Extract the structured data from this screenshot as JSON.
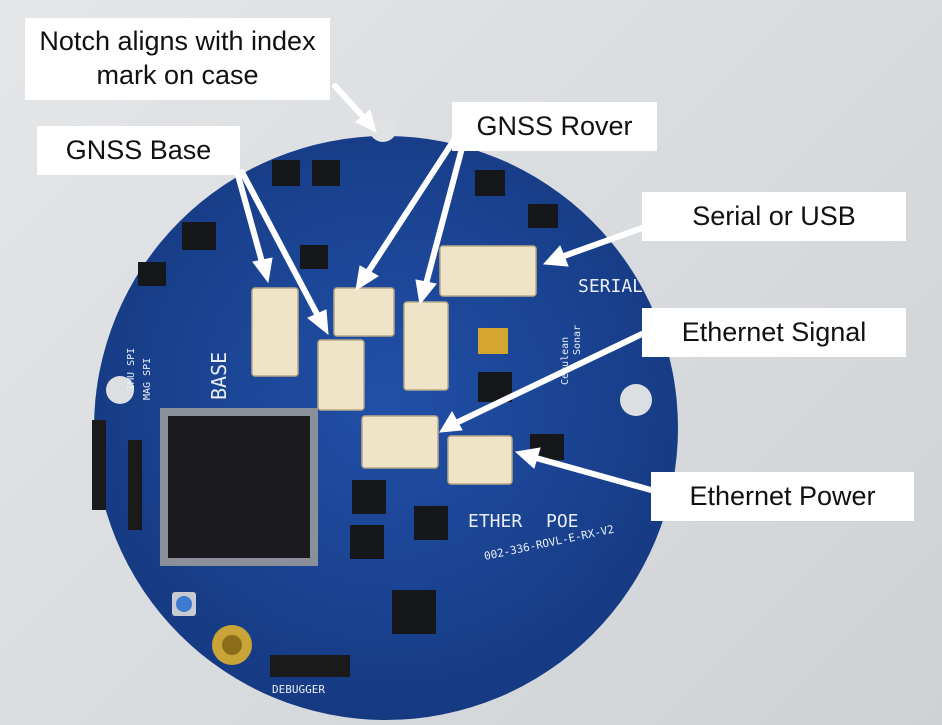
{
  "callouts": {
    "notch": "Notch aligns with index mark on case",
    "gnss_base": "GNSS Base",
    "gnss_rover": "GNSS Rover",
    "serial_usb": "Serial or USB",
    "ethernet_signal": "Ethernet Signal",
    "ethernet_power": "Ethernet Power"
  },
  "board_silkscreen": {
    "serial": "SERIAL",
    "base": "BASE",
    "ether": "ETHER",
    "poe": "POE",
    "debugger": "DEBUGGER",
    "part_number": "002-336-ROVL-E-RX-V2",
    "imu_spi": "IMU SPI",
    "mag_spi": "MAG SPI",
    "sonar": "Sonar",
    "cerulean": "Cerulean"
  },
  "colors": {
    "board": "#1a3f8f",
    "connector": "#efe3c8",
    "callout_bg": "#ffffff",
    "arrow": "#ffffff"
  }
}
